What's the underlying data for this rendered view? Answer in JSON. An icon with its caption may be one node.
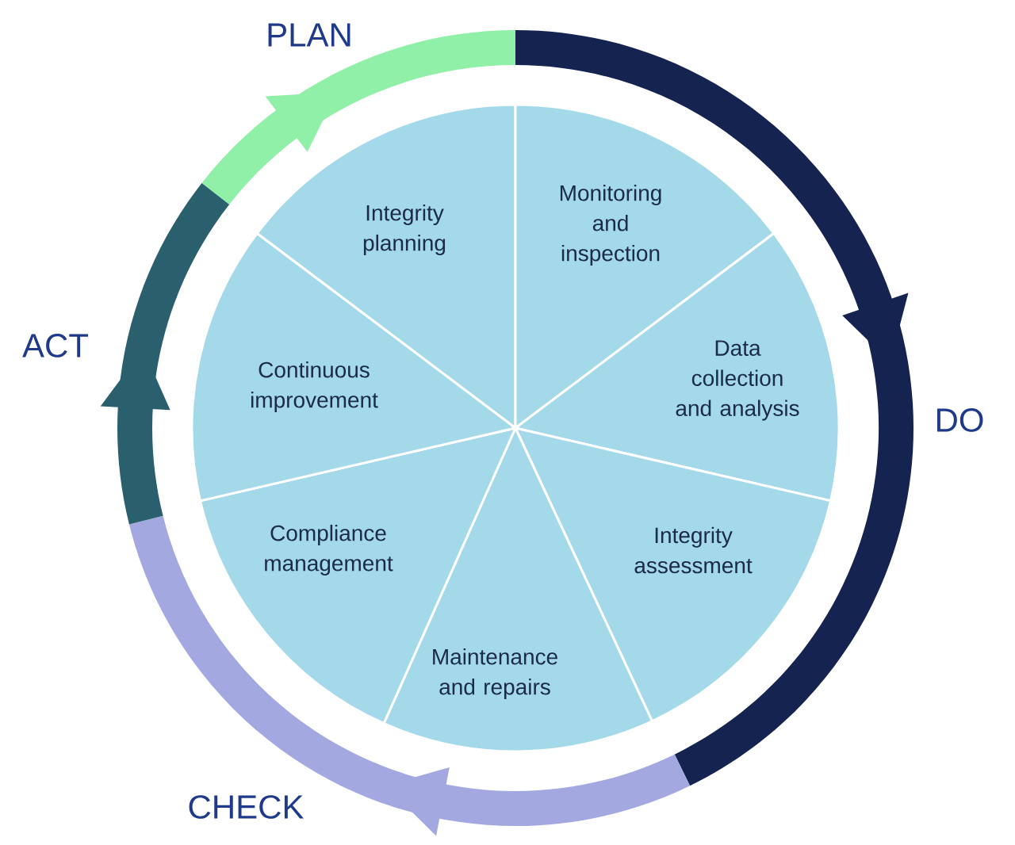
{
  "diagram": {
    "nodes": [
      {
        "text": [
          "Integrity planning"
        ]
      },
      {
        "text": [
          "Monitoring and inspection"
        ]
      },
      {
        "text": [
          "Data collection and analysis"
        ]
      },
      {
        "text": [
          "Integrity assessment"
        ]
      },
      {
        "text": [
          "Maintenance and repairs"
        ]
      },
      {
        "text": [
          "Compliance management"
        ]
      },
      {
        "text": [
          "Continuous improvement"
        ]
      }
    ],
    "labels": [
      "PLAN",
      "DO",
      "CHECK",
      "ACT"
    ]
  }
}
